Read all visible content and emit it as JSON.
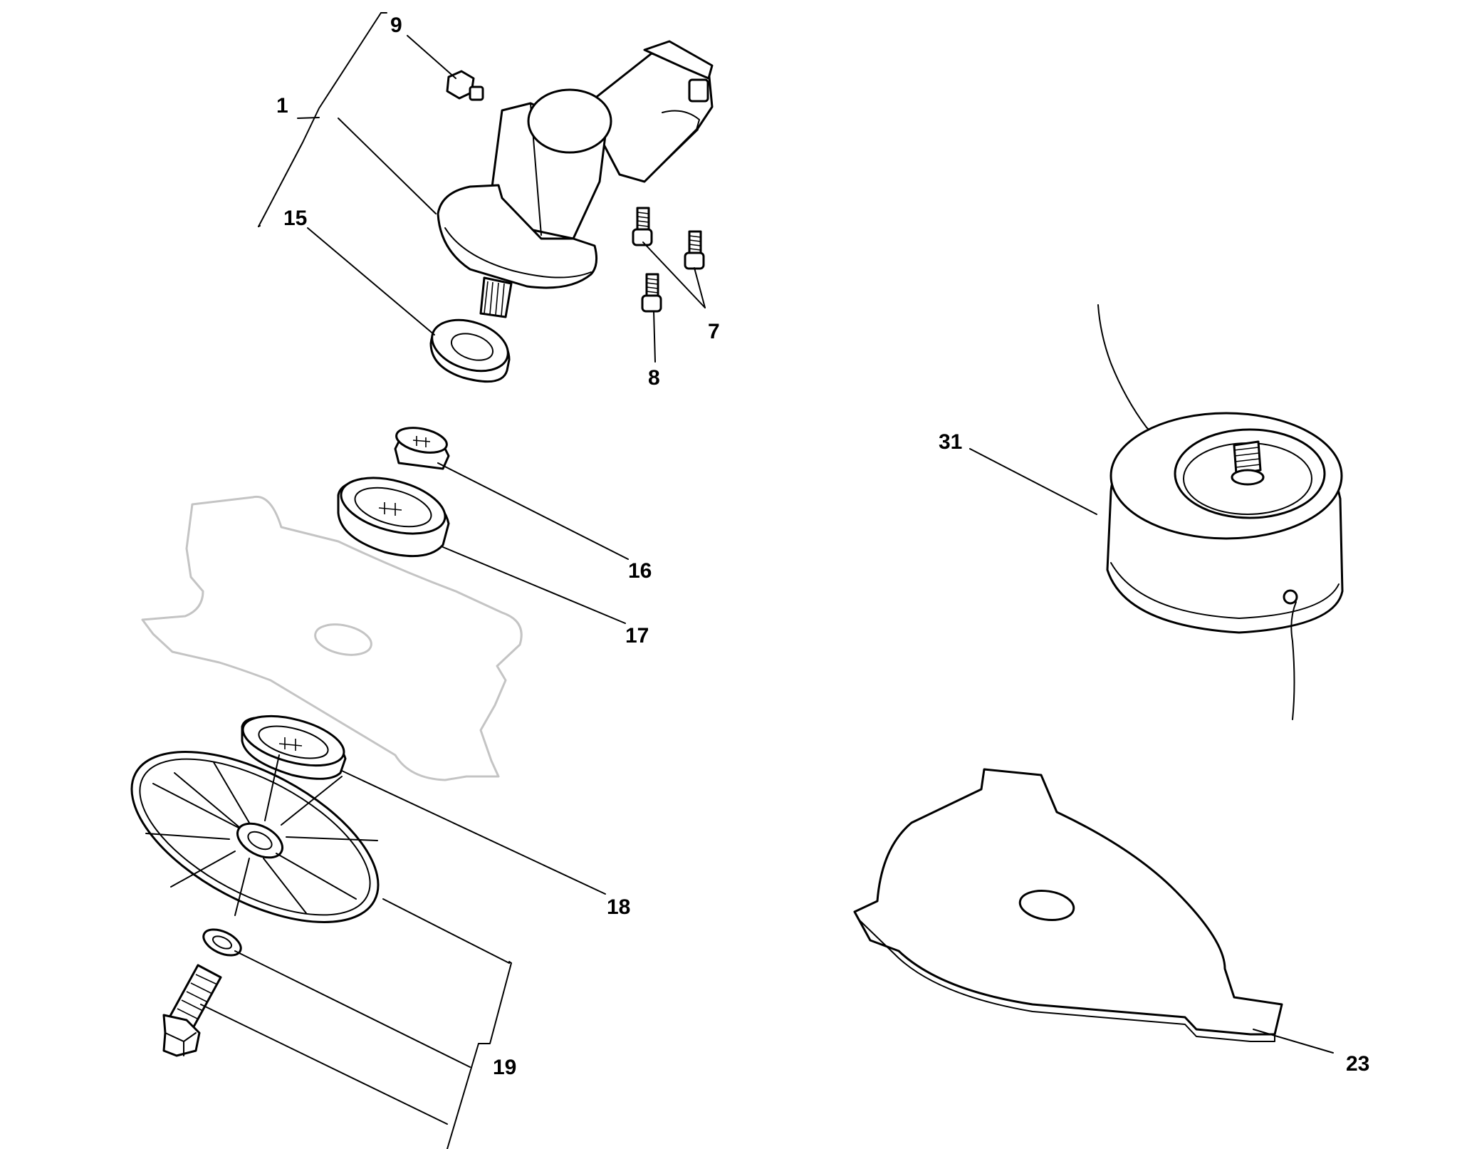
{
  "callouts": {
    "c1": "1",
    "c7": "7",
    "c8": "8",
    "c9": "9",
    "c15": "15",
    "c16": "16",
    "c17": "17",
    "c18": "18",
    "c19": "19",
    "c23": "23",
    "c31": "31"
  },
  "colors": {
    "line": "#000000",
    "ghost_outline": "#c4c4c4",
    "background": "#ffffff"
  }
}
